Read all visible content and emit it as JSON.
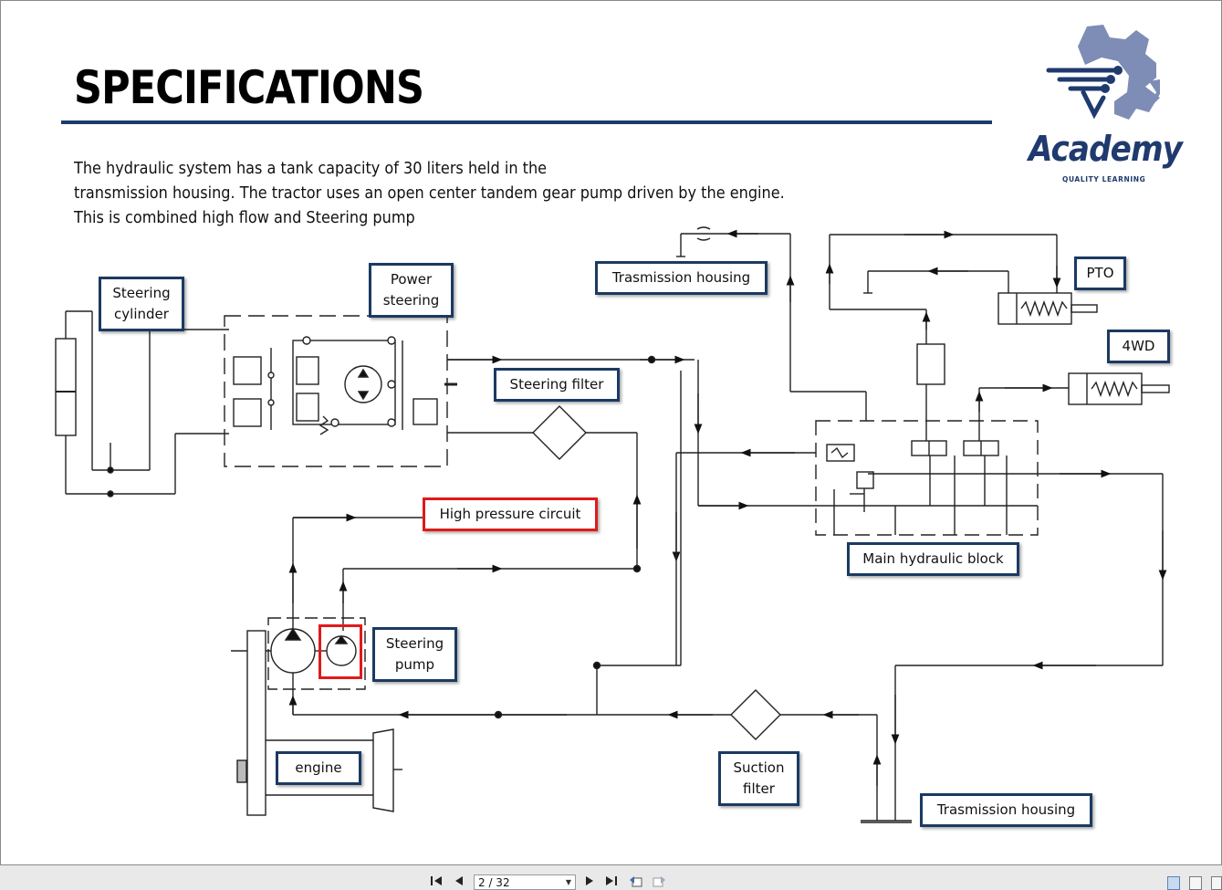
{
  "slide": {
    "title": "SPECIFICATIONS",
    "intro_lines": [
      "The hydraulic system has a tank capacity of 30 liters held in the",
      "transmission housing.  The tractor uses an open center tandem gear pump driven by the engine.",
      "This is combined high flow and Steering pump"
    ],
    "logo": {
      "word": "Academy",
      "tagline": "QUALITY LEARNING"
    }
  },
  "diagram_labels": {
    "steering_cylinder": "Steering\ncylinder",
    "power_steering": "Power\nsteering",
    "trasmission_housing_top": "Trasmission housing",
    "pto": "PTO",
    "fourwd": "4WD",
    "steering_filter": "Steering filter",
    "high_pressure_circuit": "High pressure circuit",
    "main_hydraulic_block": "Main hydraulic block",
    "steering_pump": "Steering\npump",
    "engine": "engine",
    "suction_filter": "Suction\nfilter",
    "trasmission_housing_bottom": "Trasmission housing"
  },
  "toolbar": {
    "first_page_icon": "first-page-icon",
    "prev_page_icon": "prev-page-icon",
    "page_indicator": "2 / 32",
    "next_page_icon": "next-page-icon",
    "last_page_icon": "last-page-icon",
    "back_icon": "back-view-icon",
    "forward_icon": "forward-view-icon"
  },
  "colors": {
    "rule": "#1c3b6b",
    "label_border": "#1b3a62",
    "highlight_red": "#e01a1a",
    "logo_blue": "#1f3a6e",
    "logo_gear": "#7e8db5"
  }
}
